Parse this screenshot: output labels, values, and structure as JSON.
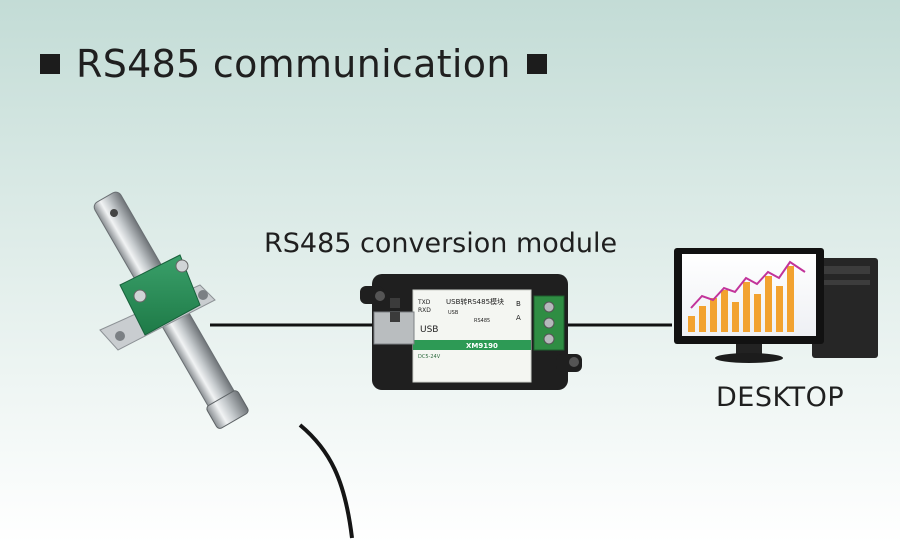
{
  "title": "RS485 communication",
  "module_label": "RS485 conversion module",
  "desktop_label": "DESKTOP",
  "module": {
    "header": "USB转RS485模块",
    "usb": "USB",
    "txd": "TXD",
    "rxd": "RXD",
    "usb_small": "USB",
    "rs485": "RS485",
    "model": "XM9190",
    "power": "DC5-24V",
    "b": "B",
    "a": "A"
  }
}
